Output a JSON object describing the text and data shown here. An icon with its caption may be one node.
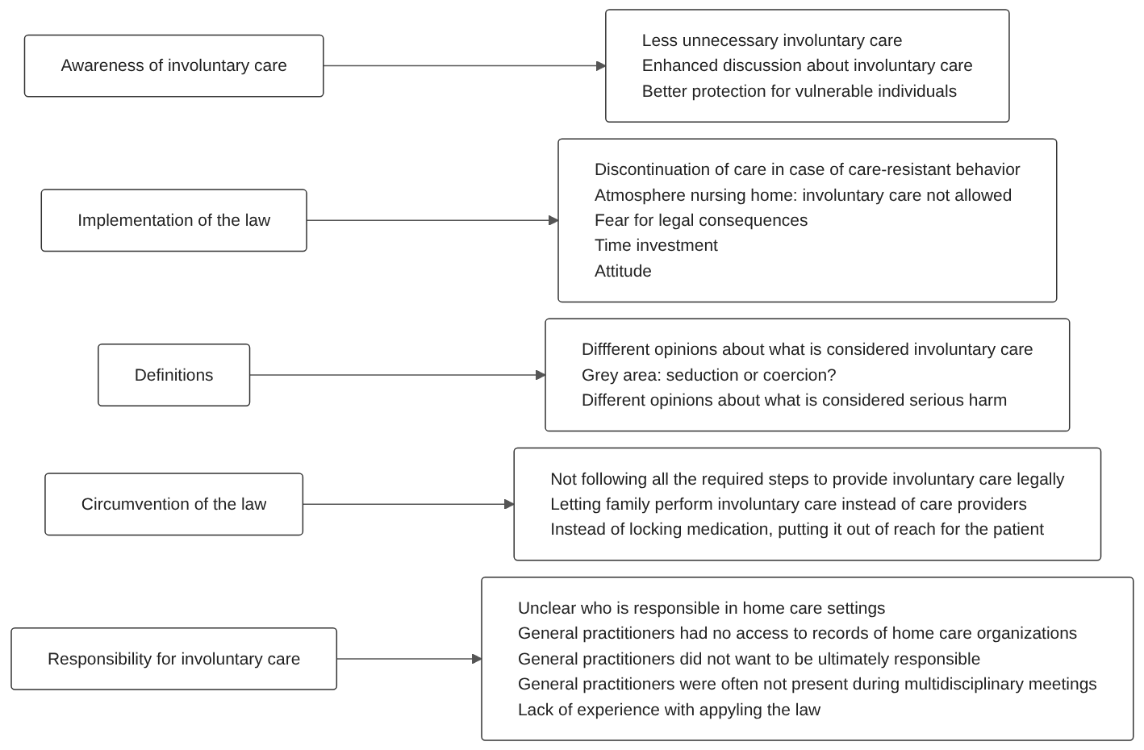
{
  "diagram": {
    "nodes": [
      {
        "text": [
          "Awareness of involuntary care"
        ]
      },
      {
        "text": [
          "Less unnecessary involuntary care",
          "Enhanced discussion about involuntary care",
          "Better protection for vulnerable individuals"
        ]
      },
      {
        "text": [
          "Implementation of the law"
        ]
      },
      {
        "text": [
          "Discontinuation of care in case of care-resistant behavior",
          "Atmosphere nursing home: involuntary care not allowed",
          "Fear for legal consequences",
          "Time investment",
          "Attitude"
        ]
      },
      {
        "text": [
          "Definitions"
        ]
      },
      {
        "text": [
          "Diffferent opinions about what is considered involuntary care",
          "Grey area: seduction or coercion?",
          "Different opinions about what is considered serious harm"
        ]
      },
      {
        "text": [
          "Circumvention of the law"
        ]
      },
      {
        "text": [
          "Not following all the required steps to provide involuntary care legally",
          "Letting family perform involuntary care instead of care providers",
          "Instead of locking medication, putting it out of reach for the patient"
        ]
      },
      {
        "text": [
          "Responsibility for involuntary care"
        ]
      },
      {
        "text": [
          "Unclear who is responsible in home care settings",
          "General practitioners had no access to records of home care organizations",
          "General practitioners did not want to be ultimately responsible",
          "General practitioners were often not present during multidisciplinary meetings",
          "Lack of experience with appyling the law"
        ]
      }
    ],
    "edges": [
      {
        "from": 0,
        "to": 1,
        "arrow": "to"
      },
      {
        "from": 2,
        "to": 3,
        "arrow": "to"
      },
      {
        "from": 4,
        "to": 5,
        "arrow": "to"
      },
      {
        "from": 6,
        "to": 7,
        "arrow": "to"
      },
      {
        "from": 8,
        "to": 9,
        "arrow": "to"
      }
    ]
  }
}
